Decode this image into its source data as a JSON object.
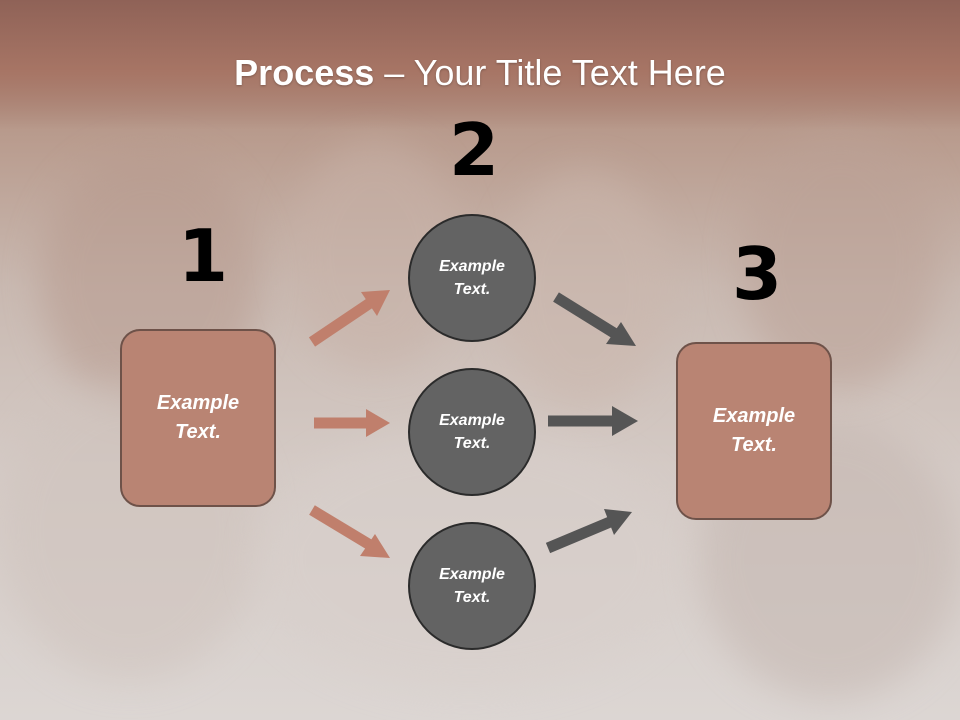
{
  "title": {
    "bold": "Process",
    "rest": " – Your Title Text Here"
  },
  "steps": [
    {
      "number": "1",
      "box_text_line1": "Example",
      "box_text_line2": "Text."
    },
    {
      "number": "2"
    },
    {
      "number": "3",
      "box_text_line1": "Example",
      "box_text_line2": "Text."
    }
  ],
  "circles": [
    {
      "line1": "Example",
      "line2": "Text."
    },
    {
      "line1": "Example",
      "line2": "Text."
    },
    {
      "line1": "Example",
      "line2": "Text."
    }
  ],
  "colors": {
    "title_band": "#a77565",
    "box_fill": "#b98473",
    "box_border": "#6e5249",
    "circle_fill": "#636363",
    "circle_border": "#2b2b2b",
    "arrow_left": "#c07f6c",
    "arrow_right": "#555555"
  }
}
